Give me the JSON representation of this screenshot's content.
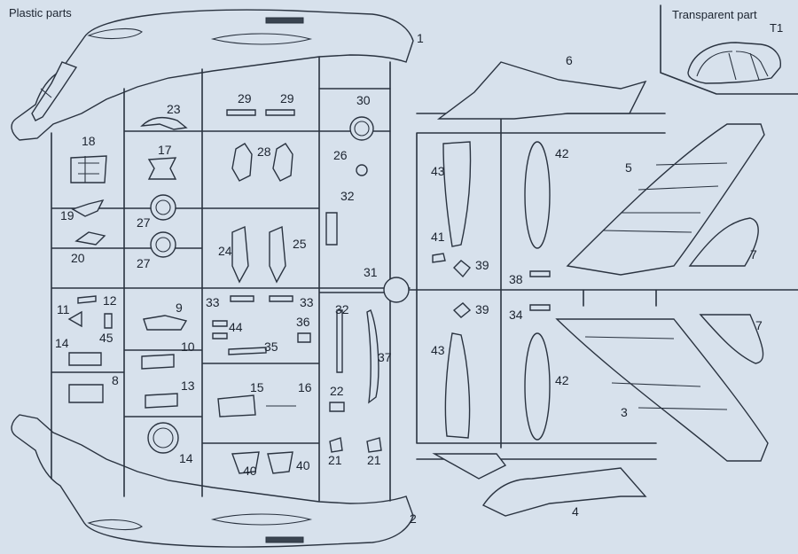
{
  "header": {
    "plastic_title": "Plastic parts",
    "transparent_title": "Transparent part",
    "transparent_part_id": "T1"
  },
  "parts": {
    "p1": "1",
    "p2": "2",
    "p3": "3",
    "p4": "4",
    "p5": "5",
    "p6": "6",
    "p7a": "7",
    "p7b": "7",
    "p8": "8",
    "p9": "9",
    "p10": "10",
    "p11": "11",
    "p12": "12",
    "p13": "13",
    "p14a": "14",
    "p14b": "14",
    "p15": "15",
    "p16": "16",
    "p17": "17",
    "p18": "18",
    "p19": "19",
    "p20": "20",
    "p21a": "21",
    "p21b": "21",
    "p22": "22",
    "p23": "23",
    "p24": "24",
    "p25": "25",
    "p26": "26",
    "p27a": "27",
    "p27b": "27",
    "p28": "28",
    "p29a": "29",
    "p29b": "29",
    "p30": "30",
    "p31": "31",
    "p32a": "32",
    "p32b": "32",
    "p33a": "33",
    "p33b": "33",
    "p34": "34",
    "p35": "35",
    "p36": "36",
    "p37": "37",
    "p38": "38",
    "p39a": "39",
    "p39b": "39",
    "p40a": "40",
    "p40b": "40",
    "p41": "41",
    "p42a": "42",
    "p42b": "42",
    "p43a": "43",
    "p43b": "43",
    "p44": "44",
    "p45": "45"
  }
}
